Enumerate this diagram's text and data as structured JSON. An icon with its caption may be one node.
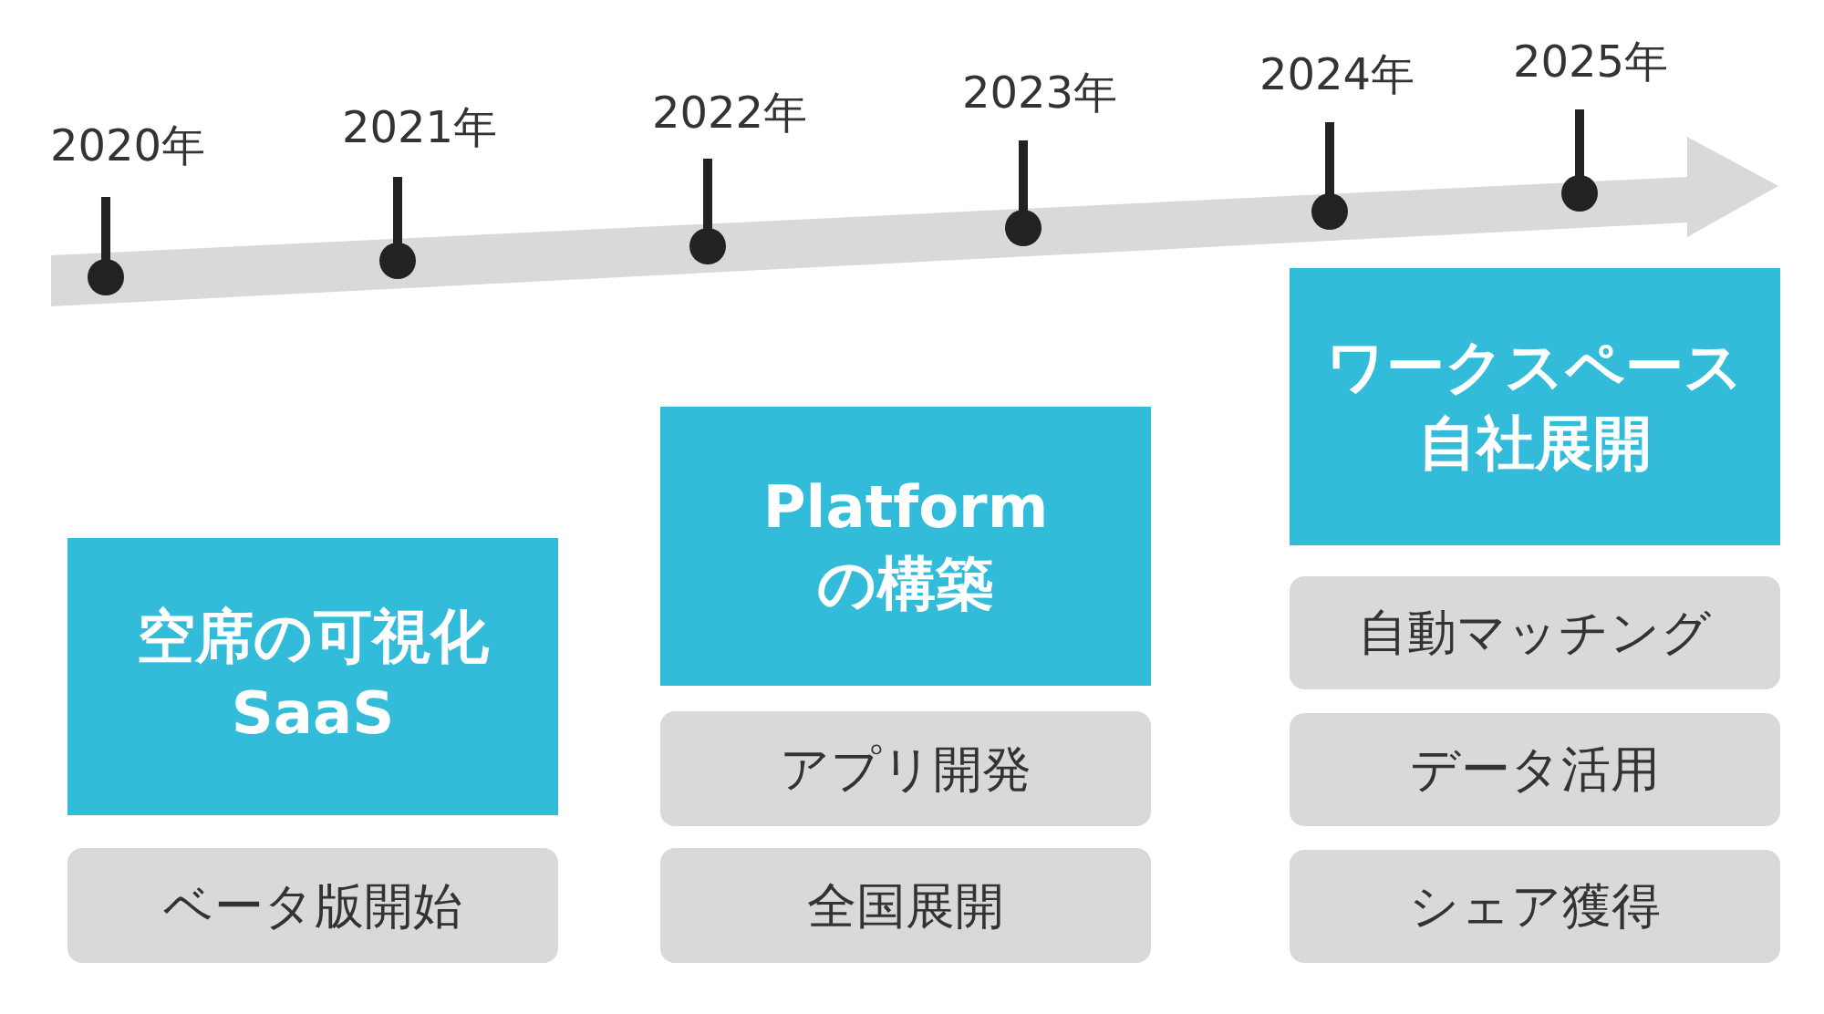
{
  "diagram": {
    "nodes": [
      {
        "text": [
          "空席の可視化SaaS"
        ]
      },
      {
        "text": [
          "ベータ版開始"
        ]
      },
      {
        "text": [
          "Platformの構築"
        ]
      },
      {
        "text": [
          "アプリ開発"
        ]
      },
      {
        "text": [
          "全国展開"
        ]
      },
      {
        "text": [
          "ワークスペース自社展開"
        ]
      },
      {
        "text": [
          "自動マッチング"
        ]
      },
      {
        "text": [
          "データ活用"
        ]
      },
      {
        "text": [
          "シェア獲得"
        ]
      }
    ],
    "labels": [
      "2020年",
      "2021年",
      "2022年",
      "2023年",
      "2024年",
      "2025年"
    ]
  }
}
